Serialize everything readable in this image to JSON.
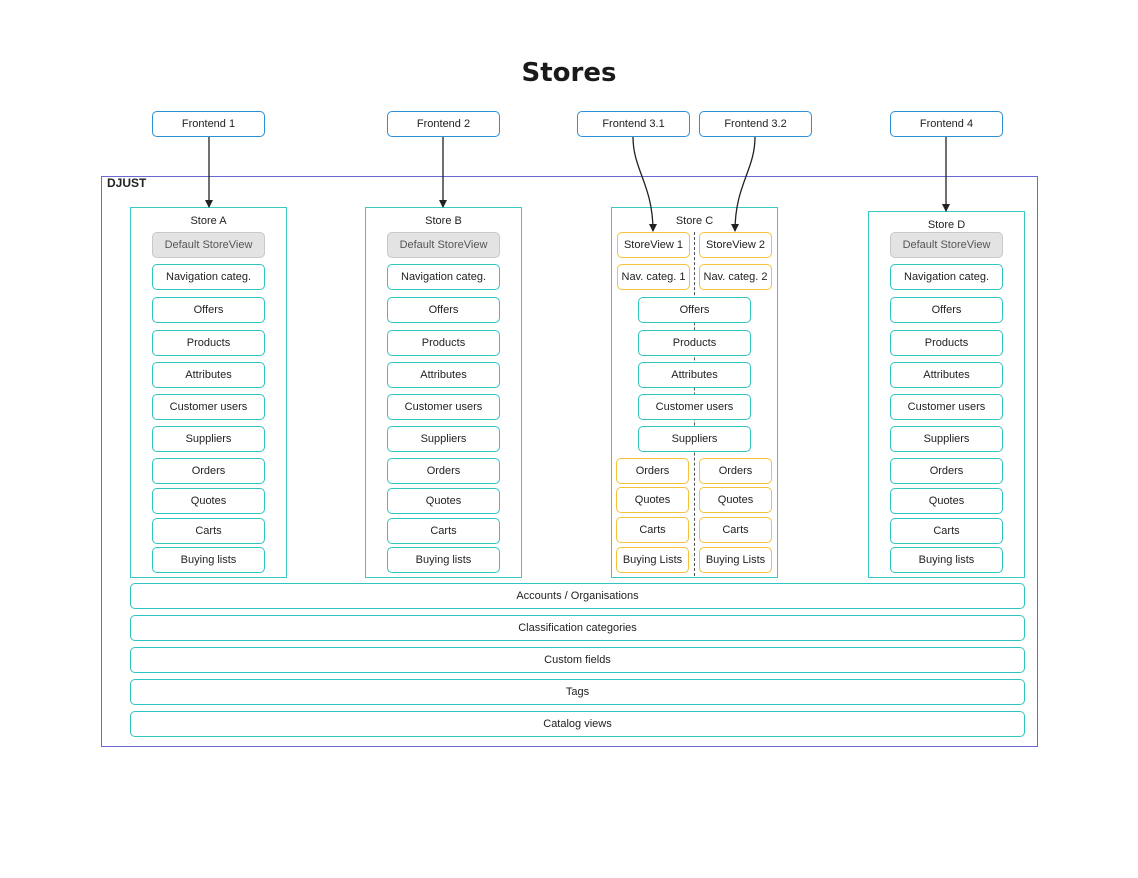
{
  "title": "Stores",
  "container_label": "DJUST",
  "frontends": [
    "Frontend 1",
    "Frontend 2",
    "Frontend 3.1",
    "Frontend 3.2",
    "Frontend 4"
  ],
  "stores": {
    "a": {
      "label": "Store A",
      "items": [
        "Default StoreView",
        "Navigation categ.",
        "Offers",
        "Products",
        "Attributes",
        "Customer users",
        "Suppliers",
        "Orders",
        "Quotes",
        "Carts",
        "Buying lists"
      ]
    },
    "b": {
      "label": "Store B",
      "items": [
        "Default StoreView",
        "Navigation categ.",
        "Offers",
        "Products",
        "Attributes",
        "Customer users",
        "Suppliers",
        "Orders",
        "Quotes",
        "Carts",
        "Buying lists"
      ]
    },
    "c": {
      "label": "Store C",
      "view1": [
        "StoreView 1",
        "Nav. categ. 1"
      ],
      "view2": [
        "StoreView 2",
        "Nav. categ. 2"
      ],
      "shared": [
        "Offers",
        "Products",
        "Attributes",
        "Customer users",
        "Suppliers"
      ],
      "view1_tail": [
        "Orders",
        "Quotes",
        "Carts",
        "Buying Lists"
      ],
      "view2_tail": [
        "Orders",
        "Quotes",
        "Carts",
        "Buying Lists"
      ]
    },
    "d": {
      "label": "Store D",
      "items": [
        "Default StoreView",
        "Navigation categ.",
        "Offers",
        "Products",
        "Attributes",
        "Customer users",
        "Suppliers",
        "Orders",
        "Quotes",
        "Carts",
        "Buying lists"
      ]
    }
  },
  "shared_resources": [
    "Accounts / Organisations",
    "Classification categories",
    "Custom fields",
    "Tags",
    "Catalog views"
  ],
  "colors": {
    "frontend_border": "#2d8fd5",
    "container_border": "#6b68d6",
    "store_border": "#38c8c6",
    "item_border": "#2fc6c2",
    "storeview_item_border": "#f2c23a",
    "default_storeview_fill": "#e3e3e3"
  }
}
